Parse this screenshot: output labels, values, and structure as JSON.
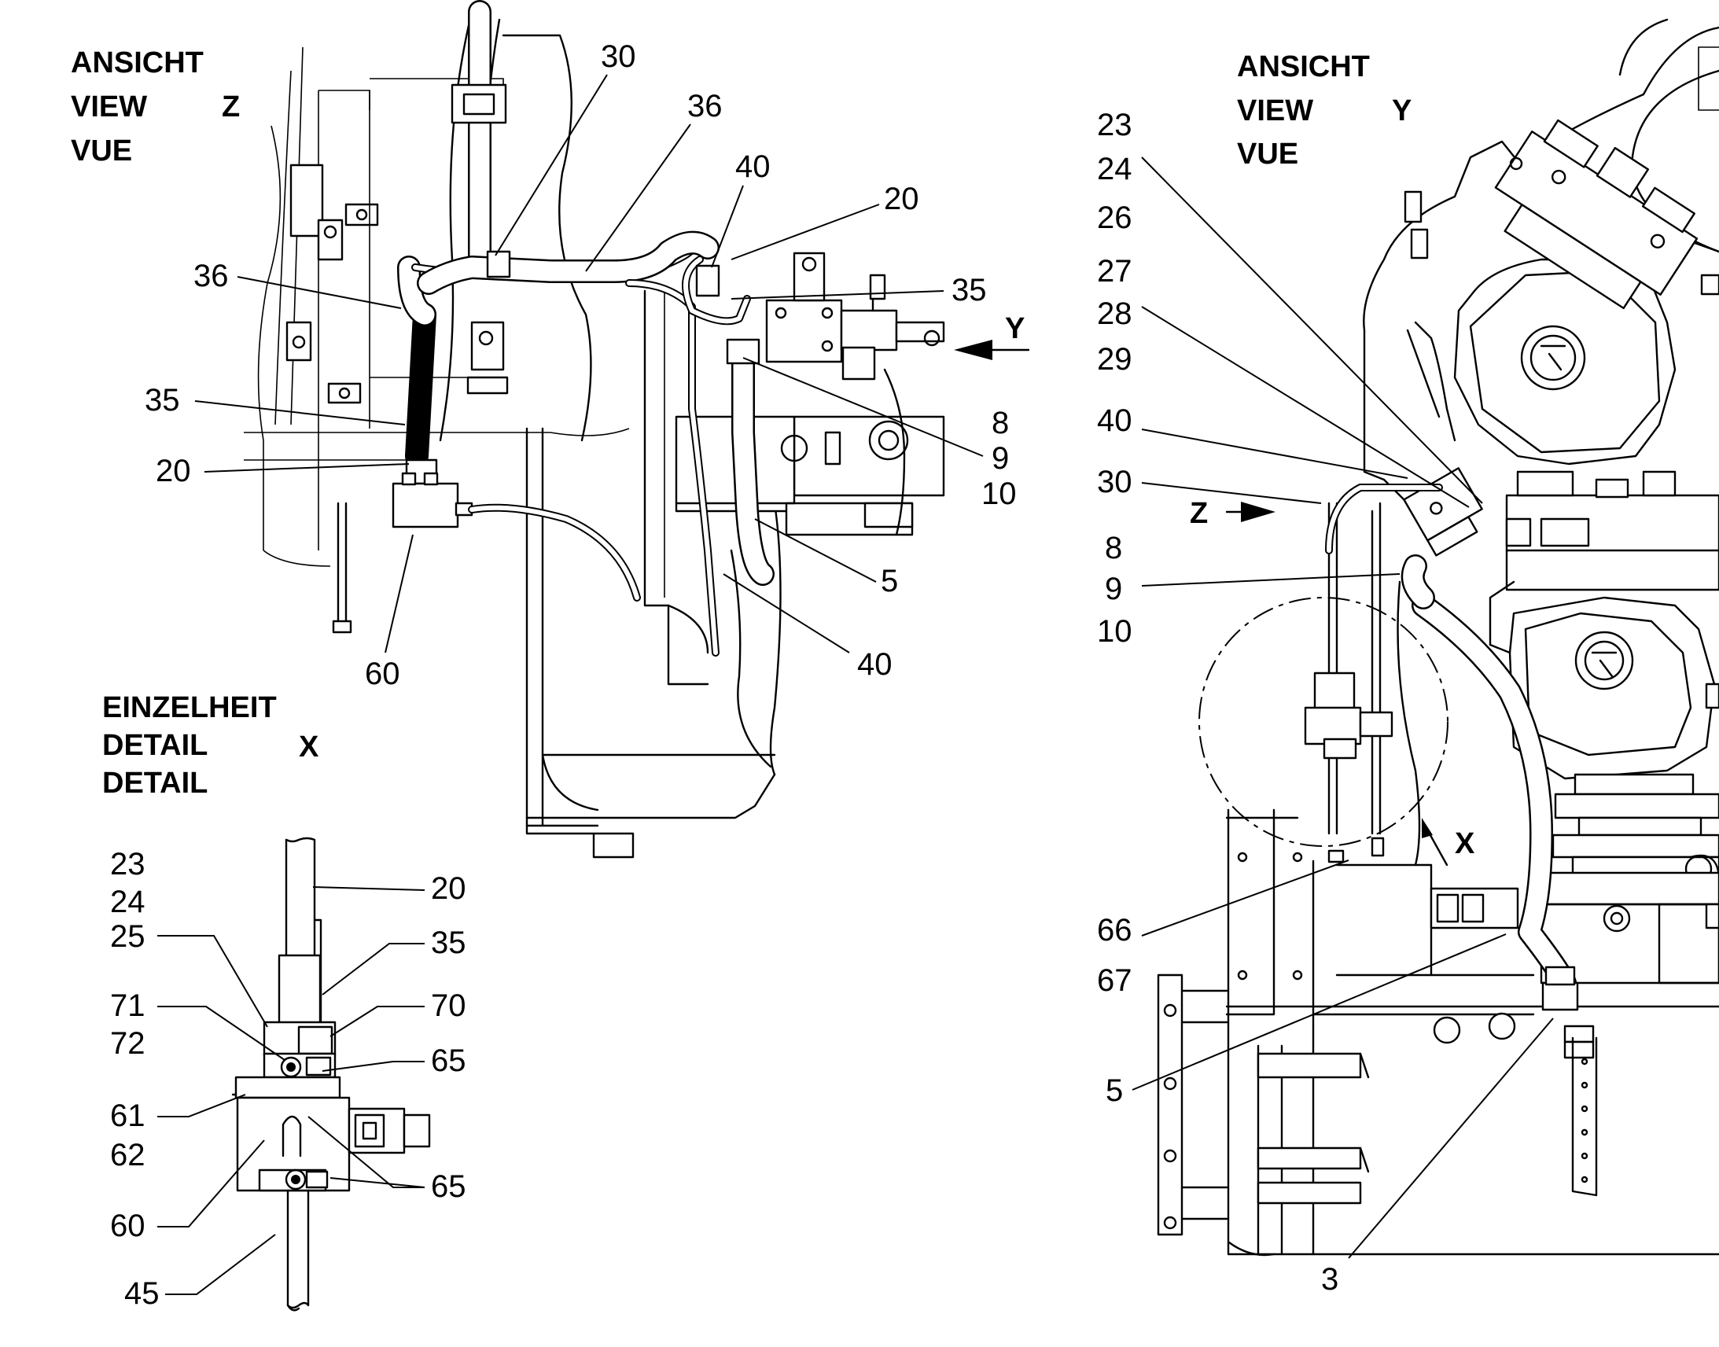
{
  "view_z": {
    "line1": "ANSICHT",
    "line2": "VIEW",
    "line3": "VUE",
    "letter": "Z"
  },
  "view_y": {
    "line1": "ANSICHT",
    "line2": "VIEW",
    "line3": "VUE",
    "letter": "Y"
  },
  "detail_x": {
    "line1": "EINZELHEIT",
    "line2": "DETAIL",
    "line3": "DETAIL",
    "letter": "X"
  },
  "arrow_labels": {
    "y": "Y",
    "z": "Z",
    "x": "X"
  },
  "callouts": {
    "z": [
      "30",
      "36",
      "40",
      "20",
      "36",
      "35",
      "Y",
      "8",
      "9",
      "10",
      "35",
      "20",
      "5",
      "60",
      "40"
    ],
    "x": [
      "23",
      "24",
      "25",
      "20",
      "35",
      "71",
      "72",
      "70",
      "65",
      "61",
      "62",
      "60",
      "65",
      "45"
    ],
    "y": [
      "23",
      "24",
      "26",
      "27",
      "28",
      "29",
      "40",
      "30",
      "8",
      "9",
      "10",
      "66",
      "67",
      "5",
      "3"
    ]
  }
}
